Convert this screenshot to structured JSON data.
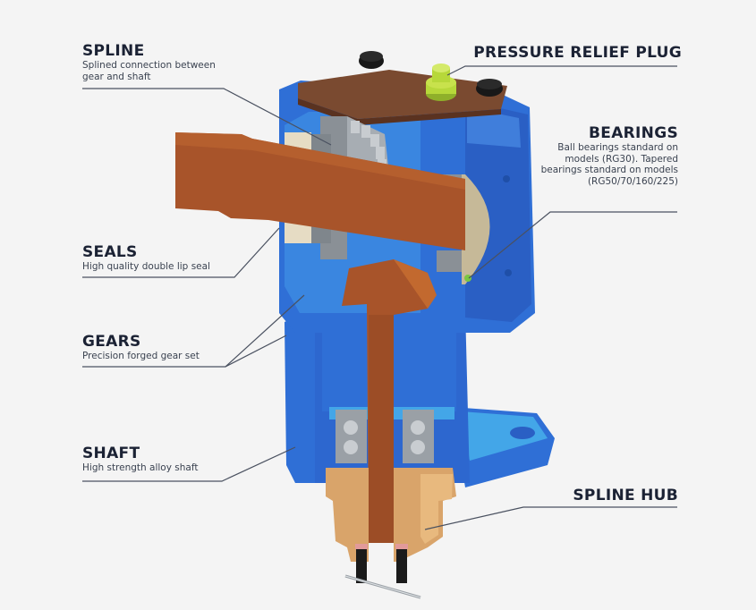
{
  "diagram": {
    "subject": "Right-angle gearbox cutaway",
    "colors": {
      "background": "#f4f4f4",
      "housing_blue": "#2f6fd6",
      "housing_light_blue": "#43a6e8",
      "shaft_copper": "#a8542a",
      "hub_tan": "#d9a46a",
      "lid_brown": "#7a4a30",
      "plug_green": "#b7d83a",
      "callout_text": "#1b2234",
      "leader_line": "#4a5160"
    },
    "callouts": [
      {
        "id": "spline",
        "title": "SPLINE",
        "description": "Splined connection between gear and shaft"
      },
      {
        "id": "pressure-relief-plug",
        "title": "PRESSURE RELIEF PLUG",
        "description": ""
      },
      {
        "id": "bearings",
        "title": "BEARINGS",
        "description": "Ball bearings standard on models (RG30). Tapered bearings standard on models (RG50/70/160/225)"
      },
      {
        "id": "seals",
        "title": "SEALS",
        "description": "High quality double lip seal"
      },
      {
        "id": "gears",
        "title": "GEARS",
        "description": "Precision forged gear set"
      },
      {
        "id": "shaft",
        "title": "SHAFT",
        "description": "High strength alloy shaft"
      },
      {
        "id": "spline-hub",
        "title": "SPLINE HUB",
        "description": ""
      }
    ]
  }
}
